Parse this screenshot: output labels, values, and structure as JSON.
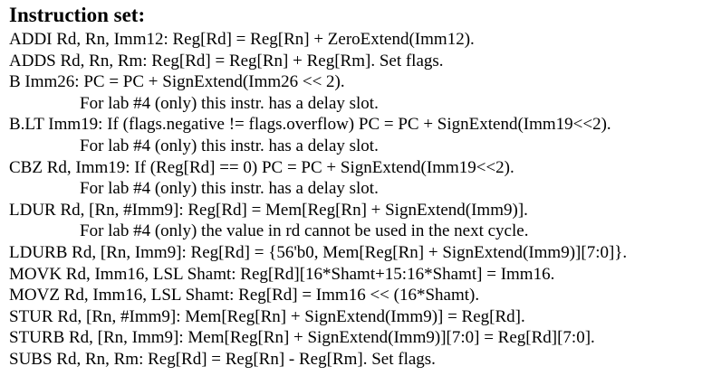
{
  "title": "Instruction set:",
  "lines": [
    {
      "text": "ADDI Rd, Rn, Imm12: Reg[Rd] = Reg[Rn] + ZeroExtend(Imm12).",
      "indent": false
    },
    {
      "text": "ADDS Rd, Rn, Rm: Reg[Rd] = Reg[Rn] + Reg[Rm].  Set flags.",
      "indent": false
    },
    {
      "text": "B Imm26: PC = PC + SignExtend(Imm26 << 2).",
      "indent": false
    },
    {
      "text": "For lab #4 (only) this instr. has a delay slot.",
      "indent": true
    },
    {
      "text": "B.LT Imm19: If (flags.negative != flags.overflow) PC = PC + SignExtend(Imm19<<2).",
      "indent": false
    },
    {
      "text": "For lab #4 (only) this instr. has a delay slot.",
      "indent": true
    },
    {
      "text": "CBZ Rd, Imm19: If (Reg[Rd] == 0) PC = PC + SignExtend(Imm19<<2).",
      "indent": false
    },
    {
      "text": "For lab #4 (only) this instr. has a delay slot.",
      "indent": true
    },
    {
      "text": "LDUR Rd, [Rn, #Imm9]: Reg[Rd] = Mem[Reg[Rn] + SignExtend(Imm9)].",
      "indent": false
    },
    {
      "text": "For lab #4 (only) the value in rd cannot be used in the next cycle.",
      "indent": true
    },
    {
      "text": "LDURB Rd, [Rn, Imm9]: Reg[Rd] = {56'b0, Mem[Reg[Rn] + SignExtend(Imm9)][7:0]}.",
      "indent": false
    },
    {
      "text": "MOVK Rd, Imm16, LSL Shamt: Reg[Rd][16*Shamt+15:16*Shamt] = Imm16.",
      "indent": false
    },
    {
      "text": "MOVZ Rd, Imm16, LSL Shamt: Reg[Rd] = Imm16 << (16*Shamt).",
      "indent": false
    },
    {
      "text": "STUR Rd, [Rn, #Imm9]: Mem[Reg[Rn] + SignExtend(Imm9)] = Reg[Rd].",
      "indent": false
    },
    {
      "text": "STURB Rd, [Rn, Imm9]: Mem[Reg[Rn] + SignExtend(Imm9)][7:0] = Reg[Rd][7:0].",
      "indent": false
    },
    {
      "text": "SUBS Rd, Rn, Rm: Reg[Rd] = Reg[Rn] - Reg[Rm].  Set flags.",
      "indent": false
    }
  ]
}
